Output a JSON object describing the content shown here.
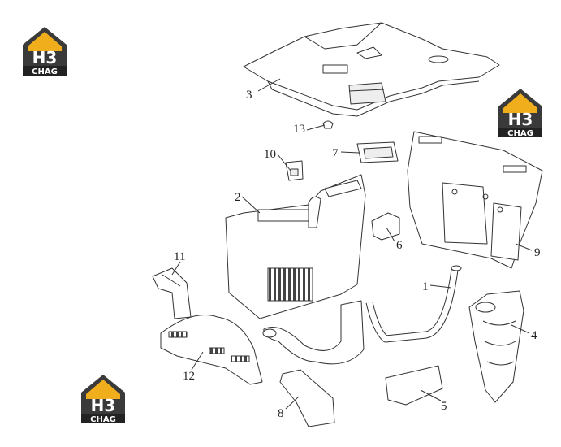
{
  "brand": {
    "mark": "H3",
    "name": "CHAG",
    "colors": {
      "accent": "#f0ad1c",
      "dark": "#3a3a3a",
      "badge": "#222222"
    }
  },
  "diagram": {
    "line_color": "#333333",
    "callouts": [
      "1",
      "2",
      "3",
      "4",
      "5",
      "6",
      "7",
      "8",
      "9",
      "10",
      "11",
      "12",
      "13"
    ]
  }
}
